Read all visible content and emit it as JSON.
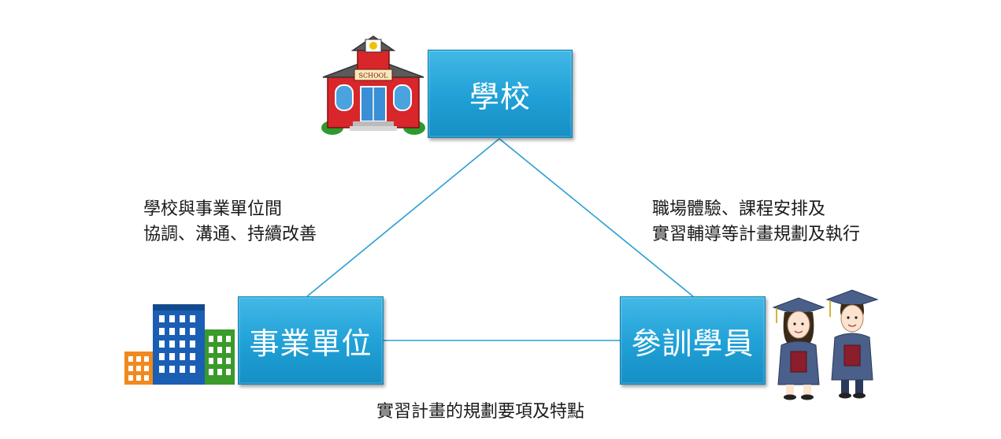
{
  "nodes": {
    "school": "學校",
    "enterprise": "事業單位",
    "trainee": "參訓學員"
  },
  "edge_labels": {
    "left": [
      "學校與事業單位間",
      "協調、溝通、持續改善"
    ],
    "right": [
      "職場體驗、課程安排及",
      "實習輔導等計畫規劃及執行"
    ],
    "bottom": "實習計畫的規劃要項及特點"
  },
  "school_sign": "SCHOOL",
  "colors": {
    "box": "#1fa0d6",
    "line": "#2b9fd6",
    "text": "#1a1a1a"
  },
  "icons": [
    "school-building-icon",
    "office-buildings-icon",
    "graduates-icon"
  ]
}
